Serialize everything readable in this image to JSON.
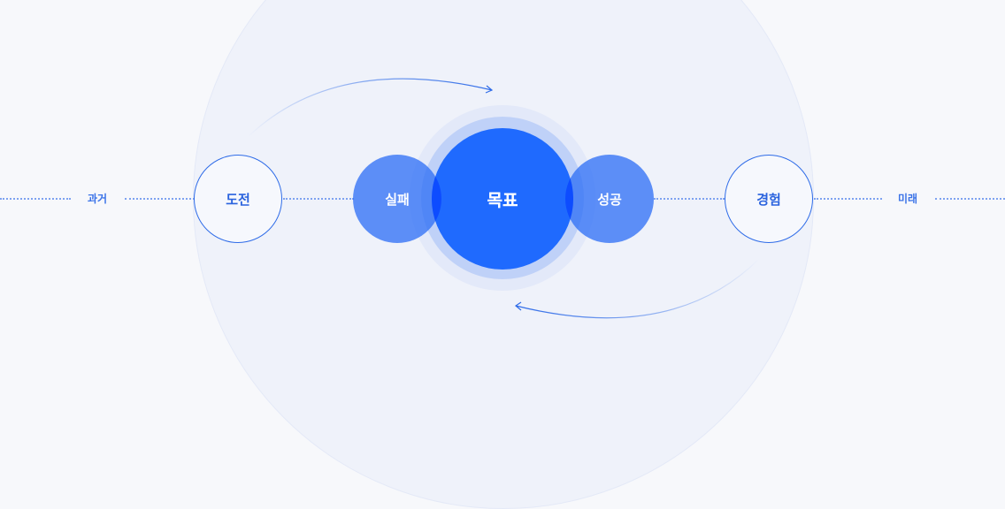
{
  "diagram": {
    "timeline": {
      "past_label": "과거",
      "future_label": "미래"
    },
    "nodes": {
      "challenge": "도전",
      "failure": "실패",
      "goal": "목표",
      "success": "성공",
      "experience": "경험"
    },
    "colors": {
      "background": "#f7f8fb",
      "outer_circle": "#eff2fa",
      "primary": "#1f6afe",
      "side_node": "#5a8ef7",
      "outline": "#2f6ce8",
      "halo_light": "#e3e9f9",
      "halo_mid": "#bfd1f8",
      "dotted_line": "#7ea2f0"
    },
    "arrows": [
      {
        "from": "challenge",
        "to": "goal",
        "direction": "top-arc-clockwise"
      },
      {
        "from": "experience",
        "to": "goal",
        "direction": "bottom-arc-clockwise"
      }
    ]
  }
}
